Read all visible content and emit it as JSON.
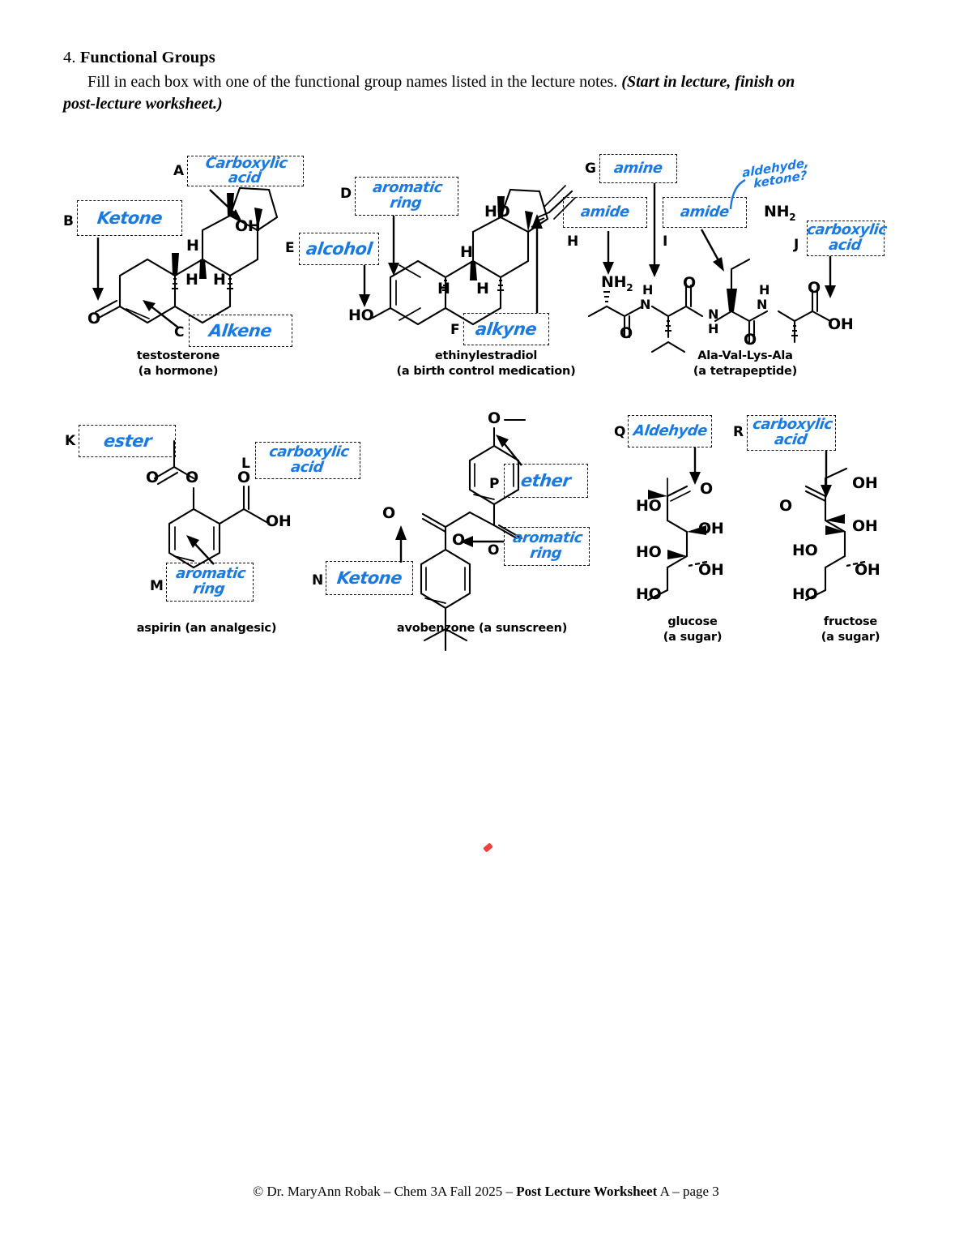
{
  "header": {
    "number": "4.",
    "title": "Functional Groups",
    "instruction_a": "Fill in each box with one of the functional group names listed in the lecture notes.",
    "instruction_b": "(Start in lecture, finish on",
    "instruction_c": "post-lecture worksheet.)"
  },
  "footer": {
    "prefix": "© Dr. MaryAnn Robak – Chem 3A Fall 2025 – ",
    "bold": "Post Lecture Worksheet",
    "suffix": " A – page 3"
  },
  "answers": {
    "A": "Carboxylic acid",
    "B": "Ketone",
    "C": "Alkene",
    "D_line1": "aromatic",
    "D_line2": "ring",
    "E": "alcohol",
    "F": "alkyne",
    "G": "amine",
    "H": "amide",
    "I": "amide",
    "J_line1": "carboxylic",
    "J_line2": "acid",
    "K": "ester",
    "L_line1": "carboxylic",
    "L_line2": "acid",
    "M_line1": "aromatic",
    "M_line2": "ring",
    "N": "Ketone",
    "O_line1": "aromatic",
    "O_line2": "ring",
    "P": "ether",
    "Q": "Aldehyde",
    "R_line1": "carboxylic",
    "R_line2": "acid"
  },
  "letters": {
    "A": "A",
    "B": "B",
    "C": "C",
    "D": "D",
    "E": "E",
    "F": "F",
    "G": "G",
    "H": "H",
    "I": "I",
    "J": "J",
    "K": "K",
    "L": "L",
    "M": "M",
    "N": "N",
    "O": "O",
    "P": "P",
    "Q": "Q",
    "R": "R"
  },
  "side_note": {
    "line1": "aldehyde,",
    "line2": "ketone?"
  },
  "molecules": {
    "testosterone": {
      "name": "testosterone",
      "sub": "(a hormone)"
    },
    "ethinylestradiol": {
      "name": "ethinylestradiol",
      "sub": "(a birth control medication)"
    },
    "peptide": {
      "name": "Ala-Val-Lys-Ala",
      "sub": "(a tetrapeptide)"
    },
    "aspirin": {
      "name": "aspirin (an analgesic)",
      "sub": ""
    },
    "avobenzone": {
      "name": "avobenzone (a sunscreen)",
      "sub": ""
    },
    "glucose": {
      "name": "glucose",
      "sub": "(a sugar)"
    },
    "fructose": {
      "name": "fructose",
      "sub": "(a sugar)"
    }
  },
  "atoms": {
    "O": "O",
    "OH": "OH",
    "HO": "HO",
    "H": "H",
    "NH2": "NH",
    "NH2sub": "2",
    "N": "N",
    "HN": "HN"
  },
  "colors": {
    "handwriting": "#1a7ae0",
    "ink": "#000000",
    "red_mark": "#f0413c"
  }
}
